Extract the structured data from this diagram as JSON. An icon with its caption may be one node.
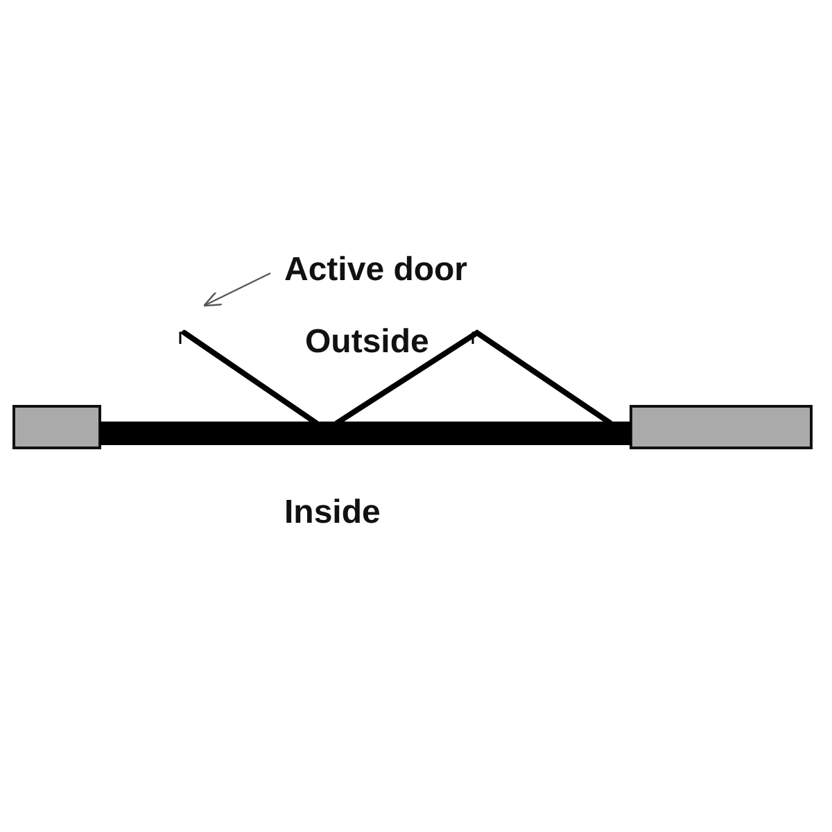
{
  "diagram": {
    "nodes": [
      {
        "text": [
          "Active door"
        ]
      },
      {
        "text": [],
        "shape": "bar"
      }
    ],
    "edges": [
      {
        "from": 0,
        "to": 1,
        "arrow": "to"
      }
    ],
    "labels": [
      "Outside",
      "Inside"
    ]
  }
}
